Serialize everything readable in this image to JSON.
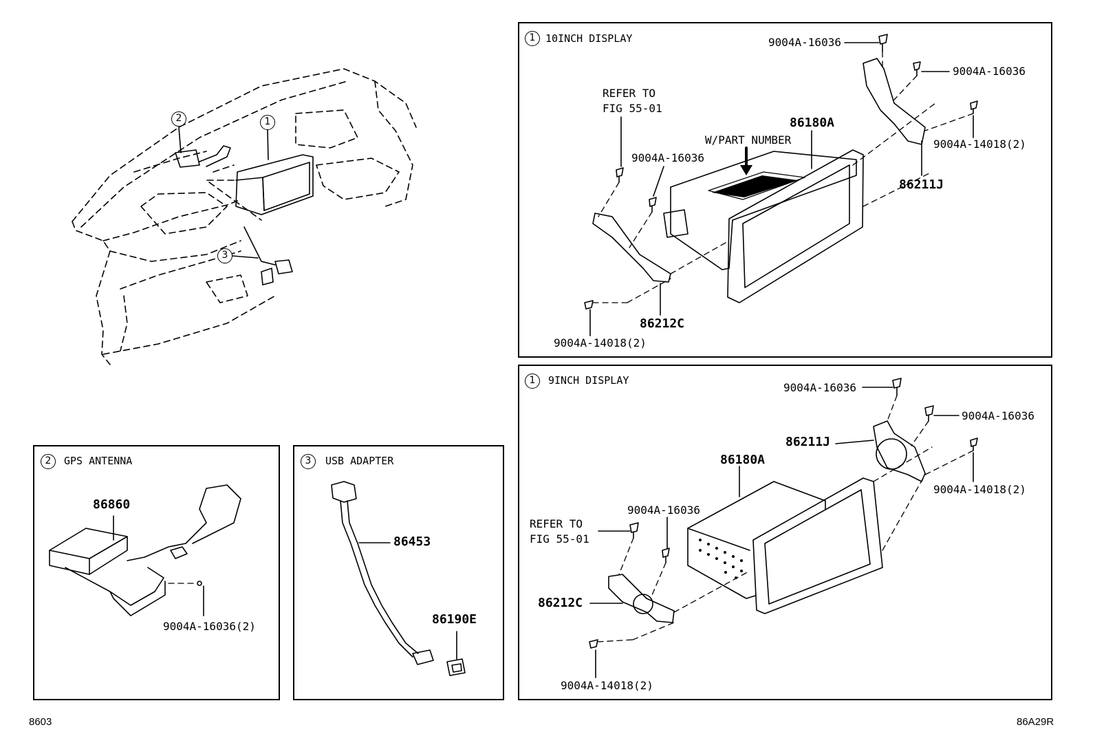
{
  "callouts": {
    "display": "1",
    "gps": "2",
    "usb": "3"
  },
  "panel_10inch": {
    "callout": "1",
    "title": "10INCH DISPLAY",
    "refer_line1": "REFER TO",
    "refer_line2": "FIG 55-01",
    "wpart": "W/PART NUMBER",
    "parts": {
      "screw_top": "9004A-16036",
      "screw_right": "9004A-16036",
      "screw_left": "9004A-16036",
      "clip_right": "9004A-14018(2)",
      "clip_left": "9004A-14018(2)",
      "display": "86180A",
      "bracket_right": "86211J",
      "bracket_left": "86212C"
    }
  },
  "panel_9inch": {
    "callout": "1",
    "title": "9INCH DISPLAY",
    "refer_line1": "REFER TO",
    "refer_line2": "FIG 55-01",
    "parts": {
      "screw_top": "9004A-16036",
      "screw_right": "9004A-16036",
      "screw_left": "9004A-16036",
      "clip_right": "9004A-14018(2)",
      "clip_left": "9004A-14018(2)",
      "display": "86180A",
      "bracket_right": "86211J",
      "bracket_left": "86212C"
    }
  },
  "panel_gps": {
    "callout": "2",
    "title": "GPS ANTENNA",
    "parts": {
      "antenna": "86860",
      "screw": "9004A-16036(2)"
    }
  },
  "panel_usb": {
    "callout": "3",
    "title": "USB ADAPTER",
    "parts": {
      "cable": "86453",
      "adapter": "86190E"
    }
  },
  "footer": {
    "left_code": "8603",
    "right_code": "86A29R"
  }
}
